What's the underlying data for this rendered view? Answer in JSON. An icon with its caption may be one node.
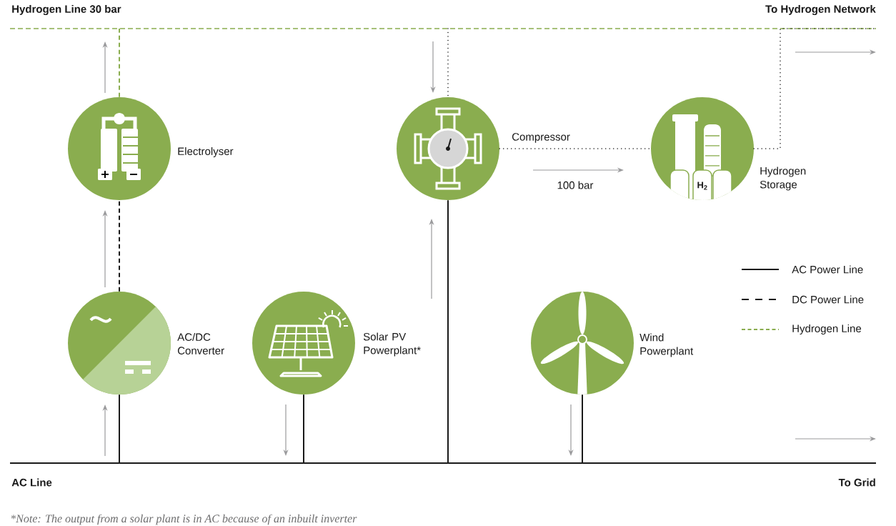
{
  "diagram": {
    "nodes": [
      {
        "text": [
          "Hydrogen Line 30 bar",
          "To Hydrogen Network"
        ]
      },
      {
        "text": [
          "Electrolyser"
        ]
      },
      {
        "text": [
          "Compressor"
        ]
      },
      {
        "text": [
          "H$_{2}$",
          "Hydrogen Storage"
        ]
      },
      {
        "text": [
          "AC/DC Converter"
        ]
      },
      {
        "text": [
          "Solar PV Powerplant*"
        ]
      },
      {
        "text": [
          "Wind Powerplant"
        ]
      },
      {
        "text": [
          "AC Line",
          "To Grid"
        ]
      }
    ],
    "edges": [
      {
        "from": 1,
        "to": 0,
        "arrow": "none",
        "style": "dashed",
        "color": "#8aad4f"
      },
      {
        "from": 4,
        "to": 1,
        "arrow": "none",
        "style": "dashed"
      },
      {
        "from": 7,
        "to": 4,
        "arrow": "none"
      },
      {
        "from": 0,
        "to": 2,
        "arrow": "none",
        "style": "dashed"
      },
      {
        "from": 2,
        "to": 3,
        "arrow": "none",
        "style": "dashed",
        "label": "100 bar"
      },
      {
        "from": 3,
        "to": 0,
        "arrow": "none",
        "style": "dashed"
      },
      {
        "from": 5,
        "to": 7,
        "arrow": "none"
      },
      {
        "from": 2,
        "to": 7,
        "arrow": "none"
      },
      {
        "from": 6,
        "to": 7,
        "arrow": "none"
      }
    ],
    "legend": [
      {
        "text": "AC Power Line"
      },
      {
        "text": "DC Power Line"
      },
      {
        "text": "Hydrogen Line"
      }
    ],
    "caption": "*Note: The output from a solar plant is in AC because of an inbuilt inverter"
  }
}
